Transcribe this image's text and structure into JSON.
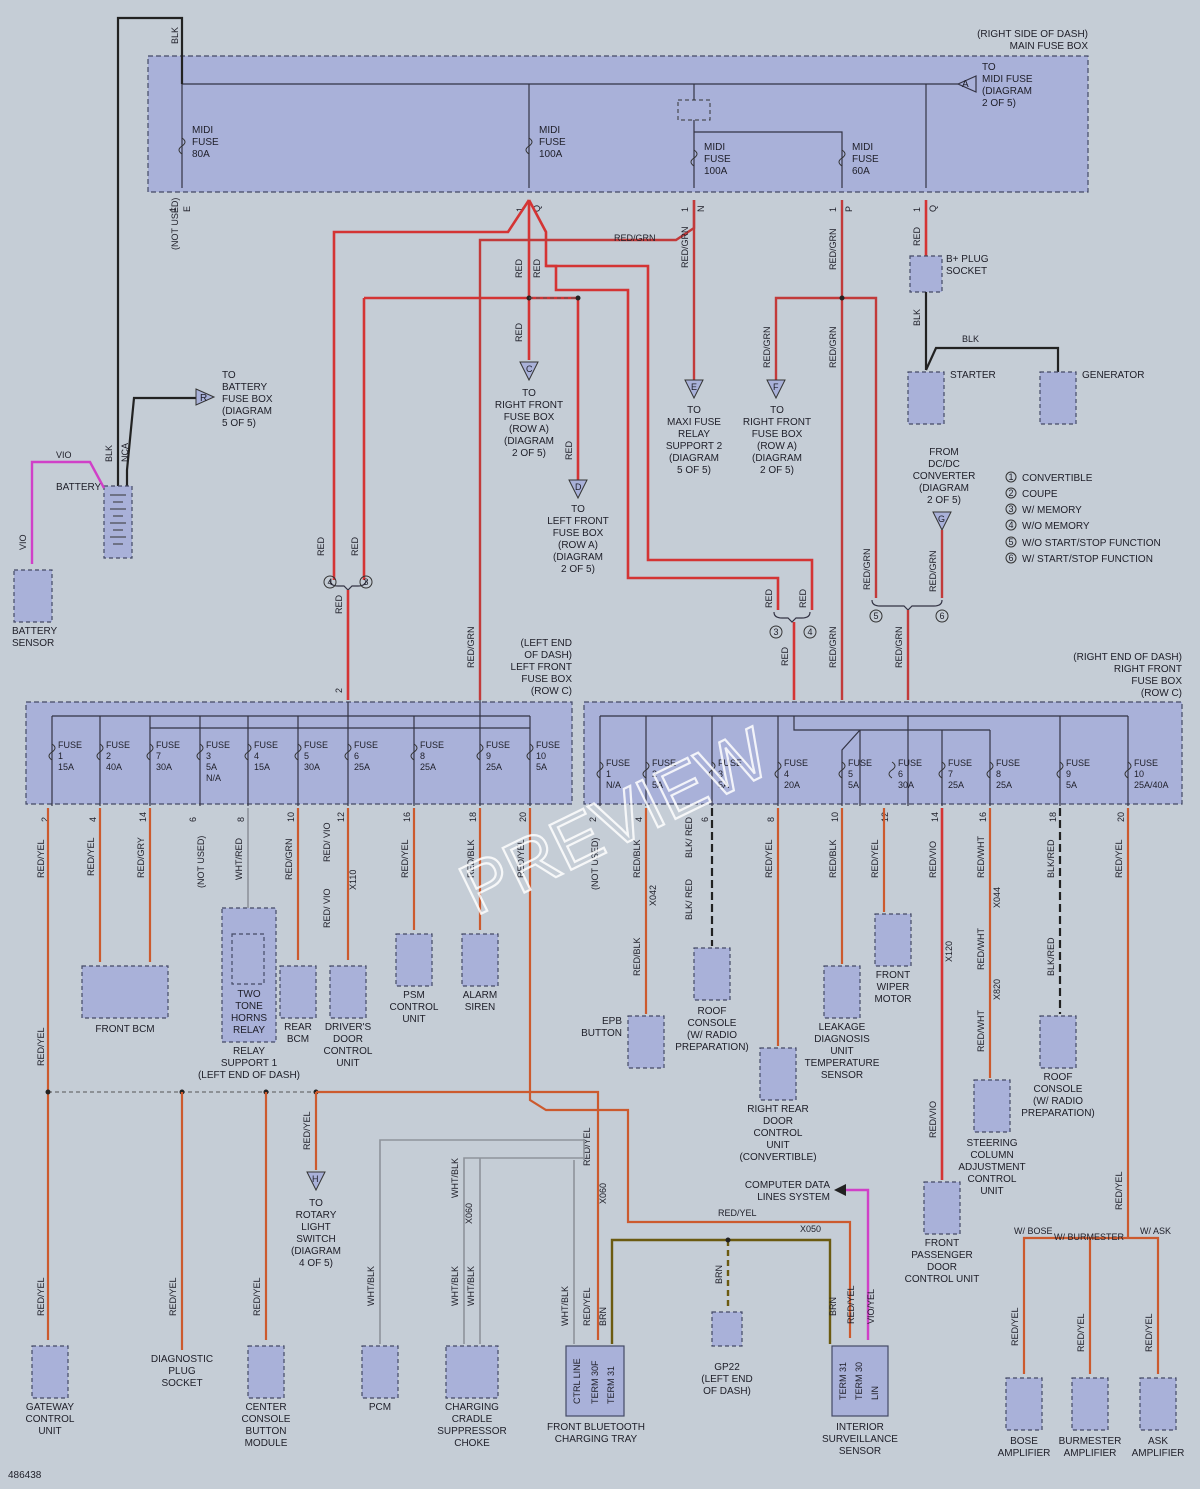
{
  "main_fuse_box": {
    "title_line1": "(RIGHT SIDE OF DASH)",
    "title_line2": "MAIN FUSE BOX",
    "to_midi_line1": "TO",
    "to_midi_line2": "MIDI FUSE",
    "to_midi_line3": "(DIAGRAM",
    "to_midi_line4": "2 OF 5)",
    "connector_a": "A",
    "fuses": [
      {
        "line1": "MIDI",
        "line2": "FUSE",
        "line3": "80A",
        "pin": "1",
        "term": "E"
      },
      {
        "line1": "MIDI",
        "line2": "FUSE",
        "line3": "100A",
        "pin": "1",
        "term": "Q"
      },
      {
        "line1": "MIDI",
        "line2": "FUSE",
        "line3": "100A",
        "pin": "1",
        "term": "N"
      },
      {
        "line1": "MIDI",
        "line2": "FUSE",
        "line3": "60A",
        "pin": "1",
        "term": "P"
      },
      {
        "pin": "1",
        "term": "Q"
      }
    ],
    "not_used": "(NOT USED)"
  },
  "wire_labels": {
    "blk": "BLK",
    "nca": "NCA",
    "vio": "VIO",
    "red": "RED",
    "red_grn": "RED/GRN",
    "red_yel": "RED/YEL",
    "red_gry": "RED/GRY",
    "wht_red": "WHT/RED",
    "red_vio": "RED/ VIO",
    "red_blk": "RED/BLK",
    "blk_red": "BLK/ RED",
    "red_wht": "RED/WHT",
    "red_vio2": "RED/VIO",
    "blk_red2": "BLK/RED",
    "wht_blk": "WHT/BLK",
    "brn": "BRN",
    "vio_yel": "VIO/YEL"
  },
  "components": {
    "battery": "BATTERY",
    "battery_sensor_1": "BATTERY",
    "battery_sensor_2": "SENSOR",
    "bplug_1": "B+ PLUG",
    "bplug_2": "SOCKET",
    "starter": "STARTER",
    "generator": "GENERATOR",
    "to_batt_1": "TO",
    "to_batt_2": "BATTERY",
    "to_batt_3": "FUSE BOX",
    "to_batt_4": "(DIAGRAM",
    "to_batt_5": "5 OF 5)",
    "conn_r": "R",
    "conn_c": "C",
    "to_c_1": "TO",
    "to_c_2": "RIGHT FRONT",
    "to_c_3": "FUSE BOX",
    "to_c_4": "(ROW A)",
    "to_c_5": "(DIAGRAM",
    "to_c_6": "2 OF 5)",
    "conn_d": "D",
    "to_d_1": "TO",
    "to_d_2": "LEFT FRONT",
    "to_d_3": "FUSE BOX",
    "to_d_4": "(ROW A)",
    "to_d_5": "(DIAGRAM",
    "to_d_6": "2 OF 5)",
    "conn_e": "E",
    "to_e_1": "TO",
    "to_e_2": "MAXI FUSE",
    "to_e_3": "RELAY",
    "to_e_4": "SUPPORT 2",
    "to_e_5": "(DIAGRAM",
    "to_e_6": "5 OF 5)",
    "conn_f": "F",
    "to_f_1": "TO",
    "to_f_2": "RIGHT FRONT",
    "to_f_3": "FUSE BOX",
    "to_f_4": "(ROW A)",
    "to_f_5": "(DIAGRAM",
    "to_f_6": "2 OF 5)",
    "conn_g": "G",
    "dcdc_1": "FROM",
    "dcdc_2": "DC/DC",
    "dcdc_3": "CONVERTER",
    "dcdc_4": "(DIAGRAM",
    "dcdc_5": "2 OF 5)"
  },
  "legend": [
    {
      "num": "1",
      "text": "CONVERTIBLE"
    },
    {
      "num": "2",
      "text": "COUPE"
    },
    {
      "num": "3",
      "text": "W/ MEMORY"
    },
    {
      "num": "4",
      "text": "W/O MEMORY"
    },
    {
      "num": "5",
      "text": "W/O START/STOP FUNCTION"
    },
    {
      "num": "6",
      "text": "W/ START/STOP FUNCTION"
    }
  ],
  "left_fuse_box": {
    "title_1": "(LEFT END",
    "title_2": "OF DASH)",
    "title_3": "LEFT FRONT",
    "title_4": "FUSE BOX",
    "title_5": "(ROW C)",
    "fuses": [
      {
        "n": "1",
        "a": "15A",
        "pin": "2"
      },
      {
        "n": "2",
        "a": "40A",
        "pin": "4"
      },
      {
        "n": "7",
        "a": "30A",
        "pin": "14"
      },
      {
        "n": "3",
        "a": "5A",
        "extra": "N/A",
        "pin": "6"
      },
      {
        "n": "4",
        "a": "15A",
        "pin": "8"
      },
      {
        "n": "5",
        "a": "30A",
        "pin": "10"
      },
      {
        "n": "6",
        "a": "25A",
        "pin": "12"
      },
      {
        "n": "8",
        "a": "25A",
        "pin": "16"
      },
      {
        "n": "9",
        "a": "25A",
        "pin": "18"
      },
      {
        "n": "10",
        "a": "5A",
        "pin": "20"
      }
    ],
    "fuse_word": "FUSE"
  },
  "right_fuse_box": {
    "title_1": "(RIGHT END OF DASH)",
    "title_2": "RIGHT FRONT",
    "title_3": "FUSE BOX",
    "title_4": "(ROW C)",
    "fuses": [
      {
        "n": "1",
        "a": "N/A",
        "pin": "2"
      },
      {
        "n": "2",
        "a": "5A",
        "pin": "4"
      },
      {
        "n": "3",
        "a": "5A",
        "pin": "6"
      },
      {
        "n": "4",
        "a": "20A",
        "pin": "8"
      },
      {
        "n": "5",
        "a": "5A",
        "pin": "10"
      },
      {
        "n": "6",
        "a": "30A",
        "pin": "12"
      },
      {
        "n": "7",
        "a": "25A",
        "pin": "14"
      },
      {
        "n": "8",
        "a": "25A",
        "pin": "16"
      },
      {
        "n": "9",
        "a": "5A",
        "pin": "18"
      },
      {
        "n": "10",
        "a": "25A/40A",
        "pin": "20"
      }
    ]
  },
  "lower": {
    "front_bcm": "FRONT BCM",
    "two_tone_1": "TWO",
    "two_tone_2": "TONE",
    "two_tone_3": "HORNS",
    "two_tone_4": "RELAY",
    "relay_support_1": "RELAY",
    "relay_support_2": "SUPPORT 1",
    "relay_support_3": "(LEFT END OF DASH)",
    "rear_bcm_1": "REAR",
    "rear_bcm_2": "BCM",
    "drivers_1": "DRIVER'S",
    "drivers_2": "DOOR",
    "drivers_3": "CONTROL",
    "drivers_4": "UNIT",
    "psm_1": "PSM",
    "psm_2": "CONTROL",
    "psm_3": "UNIT",
    "alarm_1": "ALARM",
    "alarm_2": "SIREN",
    "epb_1": "EPB",
    "epb_2": "BUTTON",
    "roof1_1": "ROOF",
    "roof1_2": "CONSOLE",
    "roof1_3": "(W/ RADIO",
    "roof1_4": "PREPARATION)",
    "rrd_1": "RIGHT REAR",
    "rrd_2": "DOOR",
    "rrd_3": "CONTROL",
    "rrd_4": "UNIT",
    "rrd_5": "(CONVERTIBLE)",
    "leak_1": "LEAKAGE",
    "leak_2": "DIAGNOSIS",
    "leak_3": "UNIT",
    "leak_4": "TEMPERATURE",
    "leak_5": "SENSOR",
    "wiper_1": "FRONT",
    "wiper_2": "WIPER",
    "wiper_3": "MOTOR",
    "steer_1": "STEERING",
    "steer_2": "COLUMN",
    "steer_3": "ADJUSTMENT",
    "steer_4": "CONTROL",
    "steer_5": "UNIT",
    "roof2_1": "ROOF",
    "roof2_2": "CONSOLE",
    "roof2_3": "(W/ RADIO",
    "roof2_4": "PREPARATION)",
    "conn_h": "H",
    "to_h_1": "TO",
    "to_h_2": "ROTARY",
    "to_h_3": "LIGHT",
    "to_h_4": "SWITCH",
    "to_h_5": "(DIAGRAM",
    "to_h_6": "4 OF 5)",
    "cdls_1": "COMPUTER DATA",
    "cdls_2": "LINES SYSTEM",
    "fpd_1": "FRONT",
    "fpd_2": "PASSENGER",
    "fpd_3": "DOOR",
    "fpd_4": "CONTROL UNIT",
    "gateway_1": "GATEWAY",
    "gateway_2": "CONTROL",
    "gateway_3": "UNIT",
    "diag_1": "DIAGNOSTIC",
    "diag_2": "PLUG",
    "diag_3": "SOCKET",
    "center_1": "CENTER",
    "center_2": "CONSOLE",
    "center_3": "BUTTON",
    "center_4": "MODULE",
    "pcm": "PCM",
    "ccs_1": "CHARGING",
    "ccs_2": "CRADLE",
    "ccs_3": "SUPPRESSOR",
    "ccs_4": "CHOKE",
    "fbt_1": "FRONT BLUETOOTH",
    "fbt_2": "CHARGING TRAY",
    "fbt_p1": "CTRL LINE",
    "fbt_p2": "TERM 30F",
    "fbt_p3": "TERM 31",
    "gp22_1": "GP22",
    "gp22_2": "(LEFT END",
    "gp22_3": "OF DASH)",
    "iss_1": "INTERIOR",
    "iss_2": "SURVEILLANCE",
    "iss_3": "SENSOR",
    "iss_p1": "TERM 31",
    "iss_p2": "TERM 30",
    "iss_p3": "LIN",
    "w_bose": "W/ BOSE",
    "w_burm": "W/ BURMESTER",
    "w_ask": "W/ ASK",
    "bose_1": "BOSE",
    "bose_2": "AMPLIFIER",
    "burm_1": "BURMESTER",
    "burm_2": "AMPLIFIER",
    "ask_1": "ASK",
    "ask_2": "AMPLIFIER",
    "x042": "X042",
    "x110": "X110",
    "x044": "X044",
    "x820": "X820",
    "x120": "X120",
    "x060": "X060",
    "x050": "X050",
    "x060b": "X060"
  },
  "footer_code": "486438",
  "watermark": "PREVIEW"
}
